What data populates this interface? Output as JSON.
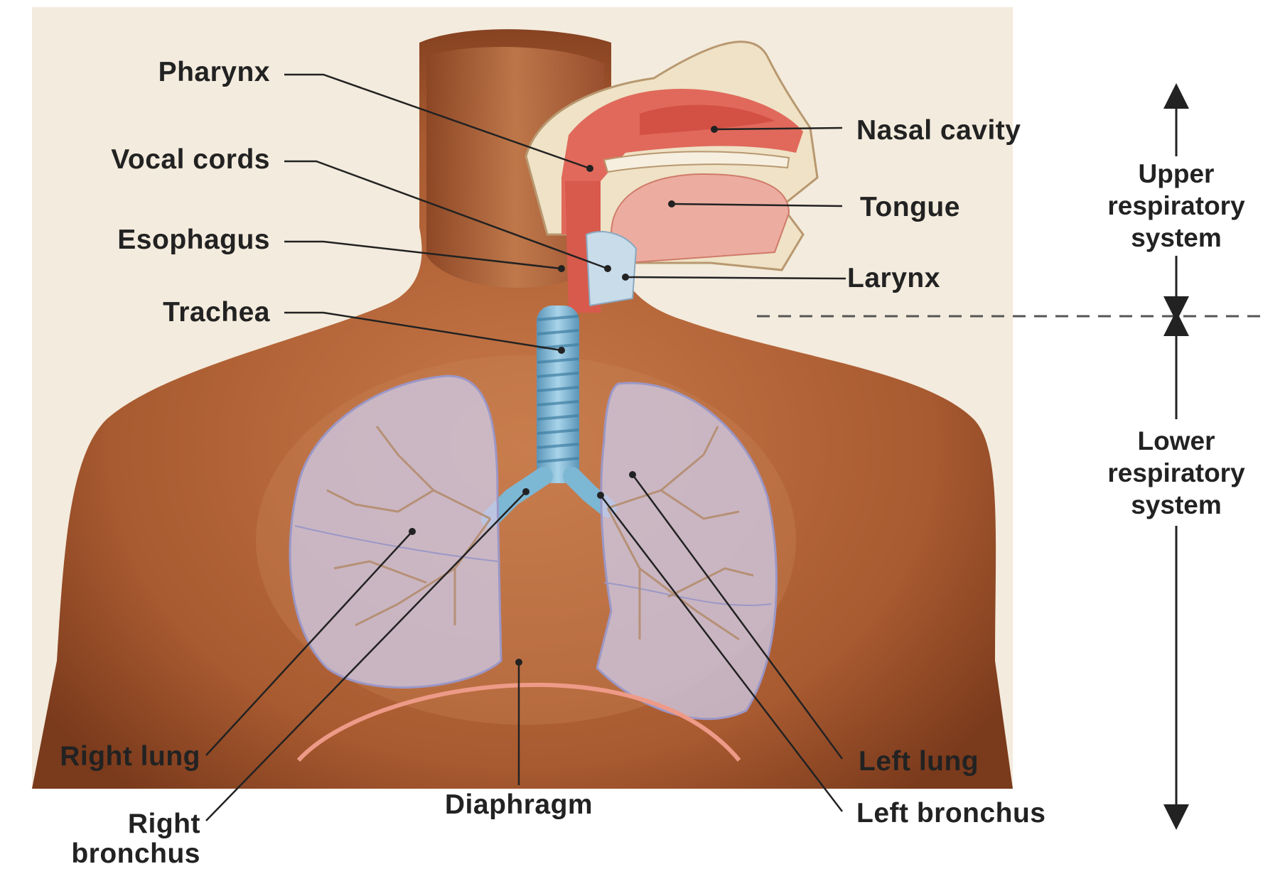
{
  "labels": {
    "pharynx": "Pharynx",
    "vocal_cords": "Vocal cords",
    "esophagus": "Esophagus",
    "trachea": "Trachea",
    "right_lung": "Right lung",
    "right_bronchus_1": "Right",
    "right_bronchus_2": "bronchus",
    "diaphragm": "Diaphragm",
    "nasal_cavity": "Nasal cavity",
    "tongue": "Tongue",
    "larynx": "Larynx",
    "left_lung": "Left lung",
    "left_bronchus": "Left bronchus"
  },
  "systems": {
    "upper": [
      "Upper",
      "respiratory",
      "system"
    ],
    "lower": [
      "Lower",
      "respiratory",
      "system"
    ]
  },
  "colors": {
    "background": "#f3ebdd",
    "skin": "#b7693f",
    "skin_dark": "#7a3a1c",
    "nasal_tissue": "#e0695b",
    "tongue": "#ecada0",
    "trachea": "#7cb7d4",
    "lung_fill": "#cdc9e6",
    "bronchi": "#b38a6a",
    "diaphragm": "#ee9a88",
    "text": "#222222"
  }
}
